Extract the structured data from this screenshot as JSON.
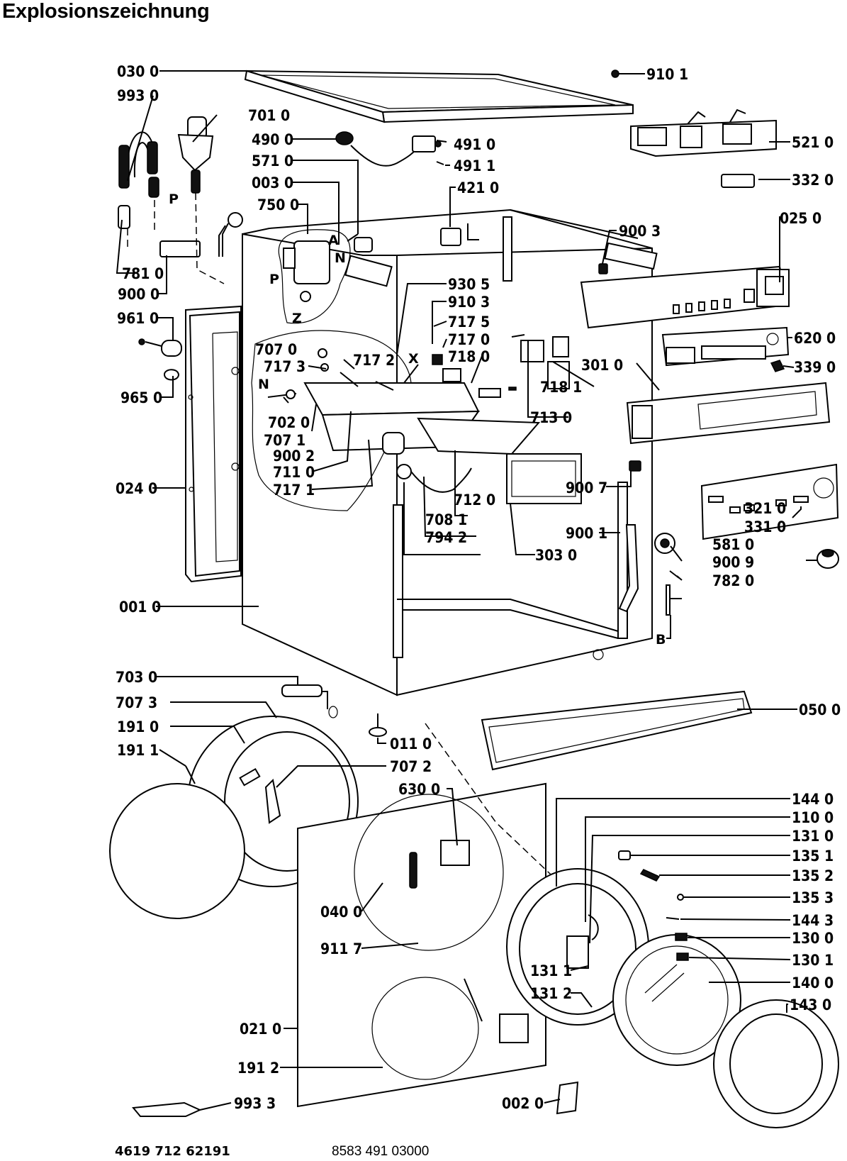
{
  "title": "Explosionszeichnung",
  "footer": {
    "left_code": "4619 712 62191",
    "right_code": "8583 491 03000"
  },
  "parts": [
    {
      "id": "p0300",
      "label": "030 0"
    },
    {
      "id": "p9930",
      "label": "993 0"
    },
    {
      "id": "p7010",
      "label": "701 0"
    },
    {
      "id": "p4900",
      "label": "490 0"
    },
    {
      "id": "p5710",
      "label": "571 0"
    },
    {
      "id": "p0030",
      "label": "003 0"
    },
    {
      "id": "p7500",
      "label": "750 0"
    },
    {
      "id": "p7810",
      "label": "781 0"
    },
    {
      "id": "p9000",
      "label": "900 0"
    },
    {
      "id": "p9610",
      "label": "961 0"
    },
    {
      "id": "p9650",
      "label": "965 0"
    },
    {
      "id": "p7070",
      "label": "707 0"
    },
    {
      "id": "p7173",
      "label": "717 3"
    },
    {
      "id": "p7172",
      "label": "717 2"
    },
    {
      "id": "p7020",
      "label": "702 0"
    },
    {
      "id": "p7071",
      "label": "707 1"
    },
    {
      "id": "p9002",
      "label": "900 2"
    },
    {
      "id": "p7110",
      "label": "711 0"
    },
    {
      "id": "p7171",
      "label": "717 1"
    },
    {
      "id": "p0240",
      "label": "024 0"
    },
    {
      "id": "p0010",
      "label": "001 0"
    },
    {
      "id": "p9101",
      "label": "910 1"
    },
    {
      "id": "p4910",
      "label": "491 0"
    },
    {
      "id": "p4911",
      "label": "491 1"
    },
    {
      "id": "p5210",
      "label": "521 0"
    },
    {
      "id": "p3320",
      "label": "332 0"
    },
    {
      "id": "p4210",
      "label": "421 0"
    },
    {
      "id": "p9003",
      "label": "900 3"
    },
    {
      "id": "p0250",
      "label": "025 0"
    },
    {
      "id": "p9305",
      "label": "930 5"
    },
    {
      "id": "p9103",
      "label": "910 3"
    },
    {
      "id": "p7175",
      "label": "717 5"
    },
    {
      "id": "p7170",
      "label": "717 0"
    },
    {
      "id": "p7180",
      "label": "718 0"
    },
    {
      "id": "p6200",
      "label": "620 0"
    },
    {
      "id": "p3390",
      "label": "339 0"
    },
    {
      "id": "p3010",
      "label": "301 0"
    },
    {
      "id": "p7181",
      "label": "718 1"
    },
    {
      "id": "p7130",
      "label": "713 0"
    },
    {
      "id": "p9007",
      "label": "900 7"
    },
    {
      "id": "p3210",
      "label": "321 0"
    },
    {
      "id": "p3310",
      "label": "331 0"
    },
    {
      "id": "p9001",
      "label": "900 1"
    },
    {
      "id": "p5810",
      "label": "581 0"
    },
    {
      "id": "p9009",
      "label": "900 9"
    },
    {
      "id": "p7820",
      "label": "782 0"
    },
    {
      "id": "p7120",
      "label": "712 0"
    },
    {
      "id": "p7081",
      "label": "708 1"
    },
    {
      "id": "p7942",
      "label": "794 2"
    },
    {
      "id": "p3030",
      "label": "303 0"
    },
    {
      "id": "p7030",
      "label": "703 0"
    },
    {
      "id": "p7073",
      "label": "707 3"
    },
    {
      "id": "p1910",
      "label": "191 0"
    },
    {
      "id": "p1911",
      "label": "191 1"
    },
    {
      "id": "p0110",
      "label": "011 0"
    },
    {
      "id": "p7072",
      "label": "707 2"
    },
    {
      "id": "p6300",
      "label": "630 0"
    },
    {
      "id": "p0500",
      "label": "050 0"
    },
    {
      "id": "p1440",
      "label": "144 0"
    },
    {
      "id": "p1100",
      "label": "110 0"
    },
    {
      "id": "p1310",
      "label": "131 0"
    },
    {
      "id": "p1351",
      "label": "135 1"
    },
    {
      "id": "p1352",
      "label": "135 2"
    },
    {
      "id": "p1353",
      "label": "135 3"
    },
    {
      "id": "p1443",
      "label": "144 3"
    },
    {
      "id": "p1300",
      "label": "130 0"
    },
    {
      "id": "p1301",
      "label": "130 1"
    },
    {
      "id": "p1400",
      "label": "140 0"
    },
    {
      "id": "p1430",
      "label": "143 0"
    },
    {
      "id": "p0400",
      "label": "040 0"
    },
    {
      "id": "p9117",
      "label": "911 7"
    },
    {
      "id": "p1311",
      "label": "131 1"
    },
    {
      "id": "p1312",
      "label": "131 2"
    },
    {
      "id": "p0210",
      "label": "021 0"
    },
    {
      "id": "p1912",
      "label": "191 2"
    },
    {
      "id": "p9933",
      "label": "993 3"
    },
    {
      "id": "p0020",
      "label": "002 0"
    }
  ],
  "markers": {
    "p1": "P",
    "p2": "P",
    "a": "A",
    "n1": "N",
    "n2": "N",
    "z": "Z",
    "x": "X",
    "b": "B"
  }
}
